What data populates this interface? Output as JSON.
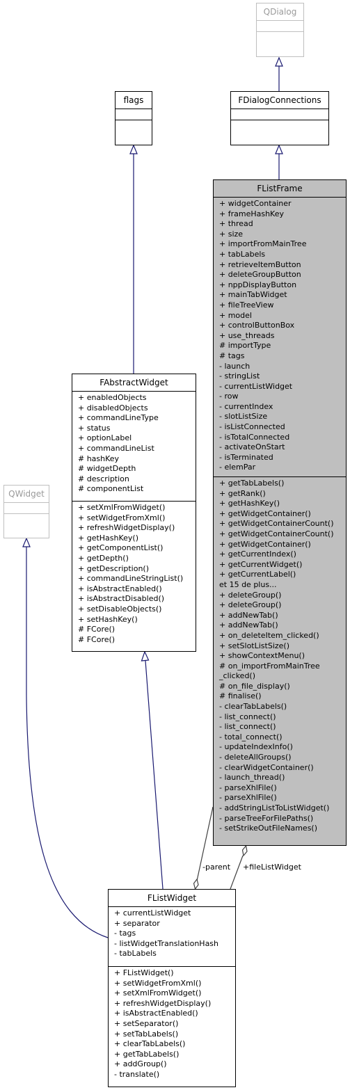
{
  "classes": {
    "qdialog": {
      "name": "QDialog"
    },
    "fdialogconnections": {
      "name": "FDialogConnections"
    },
    "flags": {
      "name": "flags"
    },
    "flistframe": {
      "name": "FListFrame",
      "attributes": [
        "+ widgetContainer",
        "+ frameHashKey",
        "+ thread",
        "+ size",
        "+ importFromMainTree",
        "+ tabLabels",
        "+ retrieveItemButton",
        "+ deleteGroupButton",
        "+ nppDisplayButton",
        "+ mainTabWidget",
        "+ fileTreeView",
        "+ model",
        "+ controlButtonBox",
        "+ use_threads",
        "# importType",
        "# tags",
        "- launch",
        "- stringList",
        "- currentListWidget",
        "- row",
        "- currentIndex",
        "- slotListSize",
        "- isListConnected",
        "- isTotalConnected",
        "- activateOnStart",
        "- isTerminated",
        "- elemPar"
      ],
      "methods": [
        "+ getTabLabels()",
        "+ getRank()",
        "+ getHashKey()",
        "+ getWidgetContainer()",
        "+ getWidgetContainerCount()",
        "+ getWidgetContainerCount()",
        "+ getWidgetContainer()",
        "+ getCurrentIndex()",
        "+ getCurrentWidget()",
        "+ getCurrentLabel()",
        "et 15 de plus...",
        "+ deleteGroup()",
        "+ deleteGroup()",
        "+ addNewTab()",
        "+ addNewTab()",
        "+ on_deleteItem_clicked()",
        "+ setSlotListSize()",
        "+ showContextMenu()",
        "# on_importFromMainTree",
        "_clicked()",
        "# on_file_display()",
        "# finalise()",
        "- clearTabLabels()",
        "- list_connect()",
        "- list_connect()",
        "- total_connect()",
        "- updateIndexInfo()",
        "- deleteAllGroups()",
        "- clearWidgetContainer()",
        "- launch_thread()",
        "- parseXhlFile()",
        "- parseXhlFile()",
        "- addStringListToListWidget()",
        "- parseTreeForFilePaths()",
        "- setStrikeOutFileNames()"
      ]
    },
    "fabstractwidget": {
      "name": "FAbstractWidget",
      "attributes": [
        "+ enabledObjects",
        "+ disabledObjects",
        "+ commandLineType",
        "+ status",
        "+ optionLabel",
        "+ commandLineList",
        "# hashKey",
        "# widgetDepth",
        "# description",
        "# componentList"
      ],
      "methods": [
        "+ setXmlFromWidget()",
        "+ setWidgetFromXml()",
        "+ refreshWidgetDisplay()",
        "+ getHashKey()",
        "+ getComponentList()",
        "+ getDepth()",
        "+ getDescription()",
        "+ commandLineStringList()",
        "+ isAbstractEnabled()",
        "+ isAbstractDisabled()",
        "+ setDisableObjects()",
        "+ setHashKey()",
        "# FCore()",
        "# FCore()"
      ]
    },
    "qwidget": {
      "name": "QWidget"
    },
    "flistwidget": {
      "name": "FListWidget",
      "attributes": [
        "+ currentListWidget",
        "+ separator",
        "- tags",
        "- listWidgetTranslationHash",
        "- tabLabels"
      ],
      "methods": [
        "+ FListWidget()",
        "+ setWidgetFromXml()",
        "+ setXmlFromWidget()",
        "+ refreshWidgetDisplay()",
        "+ isAbstractEnabled()",
        "+ setSeparator()",
        "+ setTabLabels()",
        "+ clearTabLabels()",
        "+ getTabLabels()",
        "+ addGroup()",
        "- translate()"
      ]
    }
  },
  "edge_labels": {
    "parent": "-parent",
    "file_list_widget": "+fileListWidget"
  }
}
